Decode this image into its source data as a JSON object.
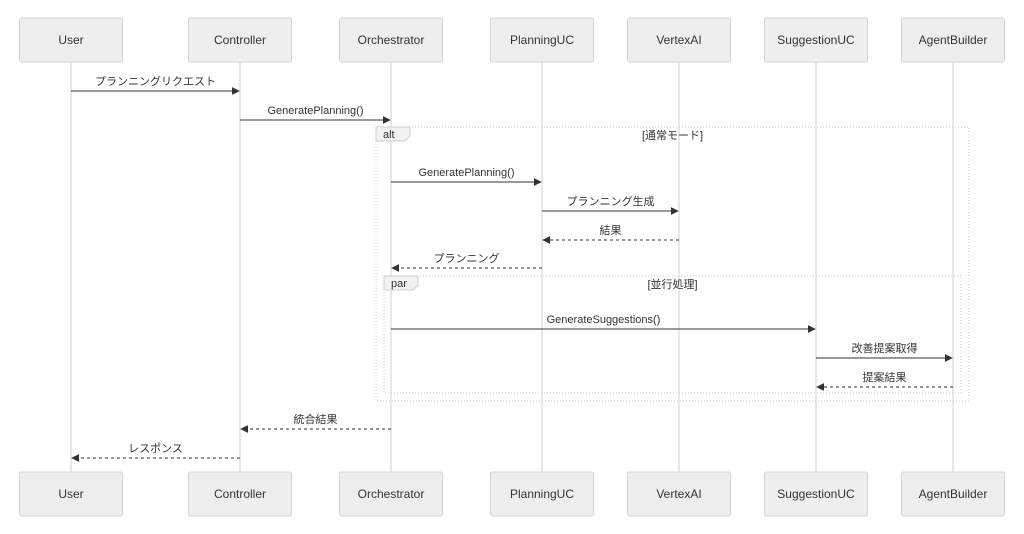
{
  "participants": [
    "User",
    "Controller",
    "Orchestrator",
    "PlanningUC",
    "VertexAI",
    "SuggestionUC",
    "AgentBuilder"
  ],
  "messages": [
    {
      "from": 0,
      "to": 1,
      "label": "プランニングリクエスト",
      "style": "solid"
    },
    {
      "from": 1,
      "to": 2,
      "label": "GeneratePlanning()",
      "style": "solid"
    },
    {
      "from": 2,
      "to": 3,
      "label": "GeneratePlanning()",
      "style": "solid"
    },
    {
      "from": 3,
      "to": 4,
      "label": "プランニング生成",
      "style": "solid"
    },
    {
      "from": 4,
      "to": 3,
      "label": "結果",
      "style": "dashed"
    },
    {
      "from": 3,
      "to": 2,
      "label": "プランニング",
      "style": "dashed"
    },
    {
      "from": 2,
      "to": 5,
      "label": "GenerateSuggestions()",
      "style": "solid"
    },
    {
      "from": 5,
      "to": 6,
      "label": "改善提案取得",
      "style": "solid"
    },
    {
      "from": 6,
      "to": 5,
      "label": "提案結果",
      "style": "dashed"
    },
    {
      "from": 2,
      "to": 1,
      "label": "統合結果",
      "style": "dashed"
    },
    {
      "from": 1,
      "to": 0,
      "label": "レスポンス",
      "style": "dashed"
    }
  ],
  "fragments": [
    {
      "keyword": "alt",
      "condition": "[通常モード]"
    },
    {
      "keyword": "par",
      "condition": "[並行処理]"
    }
  ]
}
